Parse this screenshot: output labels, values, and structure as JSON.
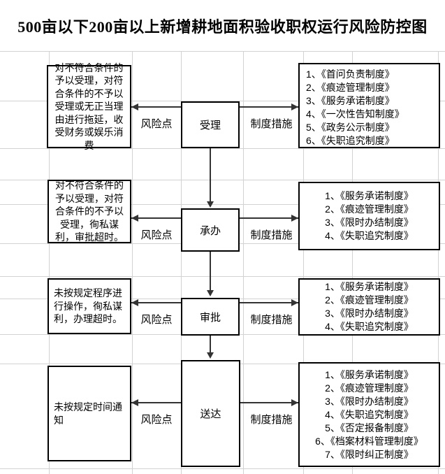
{
  "title": "500亩以下200亩以上新增耕地面积验收职权运行风险防控图",
  "labels": {
    "risk_point": "风险点",
    "measures": "制度措施"
  },
  "stages": [
    {
      "name": "受理",
      "risk": "对不符合条件的予以受理，对符合条件的不予以受理或无正当理由进行拖延，收受财务或娱乐消费",
      "measures": [
        "1、《首问负责制度》",
        "2、《痕迹管理制度》",
        "3、《服务承诺制度》",
        "4、《一次性告知制度》",
        "5、《政务公示制度》",
        "6、《失职追究制度》"
      ]
    },
    {
      "name": "承办",
      "risk": "对不符合条件的予以受理，对符合条件的不予以受理，徇私谋利，审批超时。",
      "measures": [
        "1、《服务承诺制度》",
        "2、《痕迹管理制度》",
        "3、《限时办结制度》",
        "4、《失职追究制度》"
      ]
    },
    {
      "name": "审批",
      "risk": "未按规定程序进行操作，徇私谋利，办理超时。",
      "measures": [
        "1、《服务承诺制度》",
        "2、《痕迹管理制度》",
        "3、《限时办结制度》",
        "4、《失职追究制度》"
      ]
    },
    {
      "name": "送达",
      "risk": "未按规定时间通知",
      "measures": [
        "1、《服务承诺制度》",
        "2、《痕迹管理制度》",
        "3、《限时办结制度》",
        "4、《失职追究制度》",
        "5、《否定报备制度》",
        "6、《档案材料管理制度》",
        "7、《限时纠正制度》"
      ]
    }
  ]
}
